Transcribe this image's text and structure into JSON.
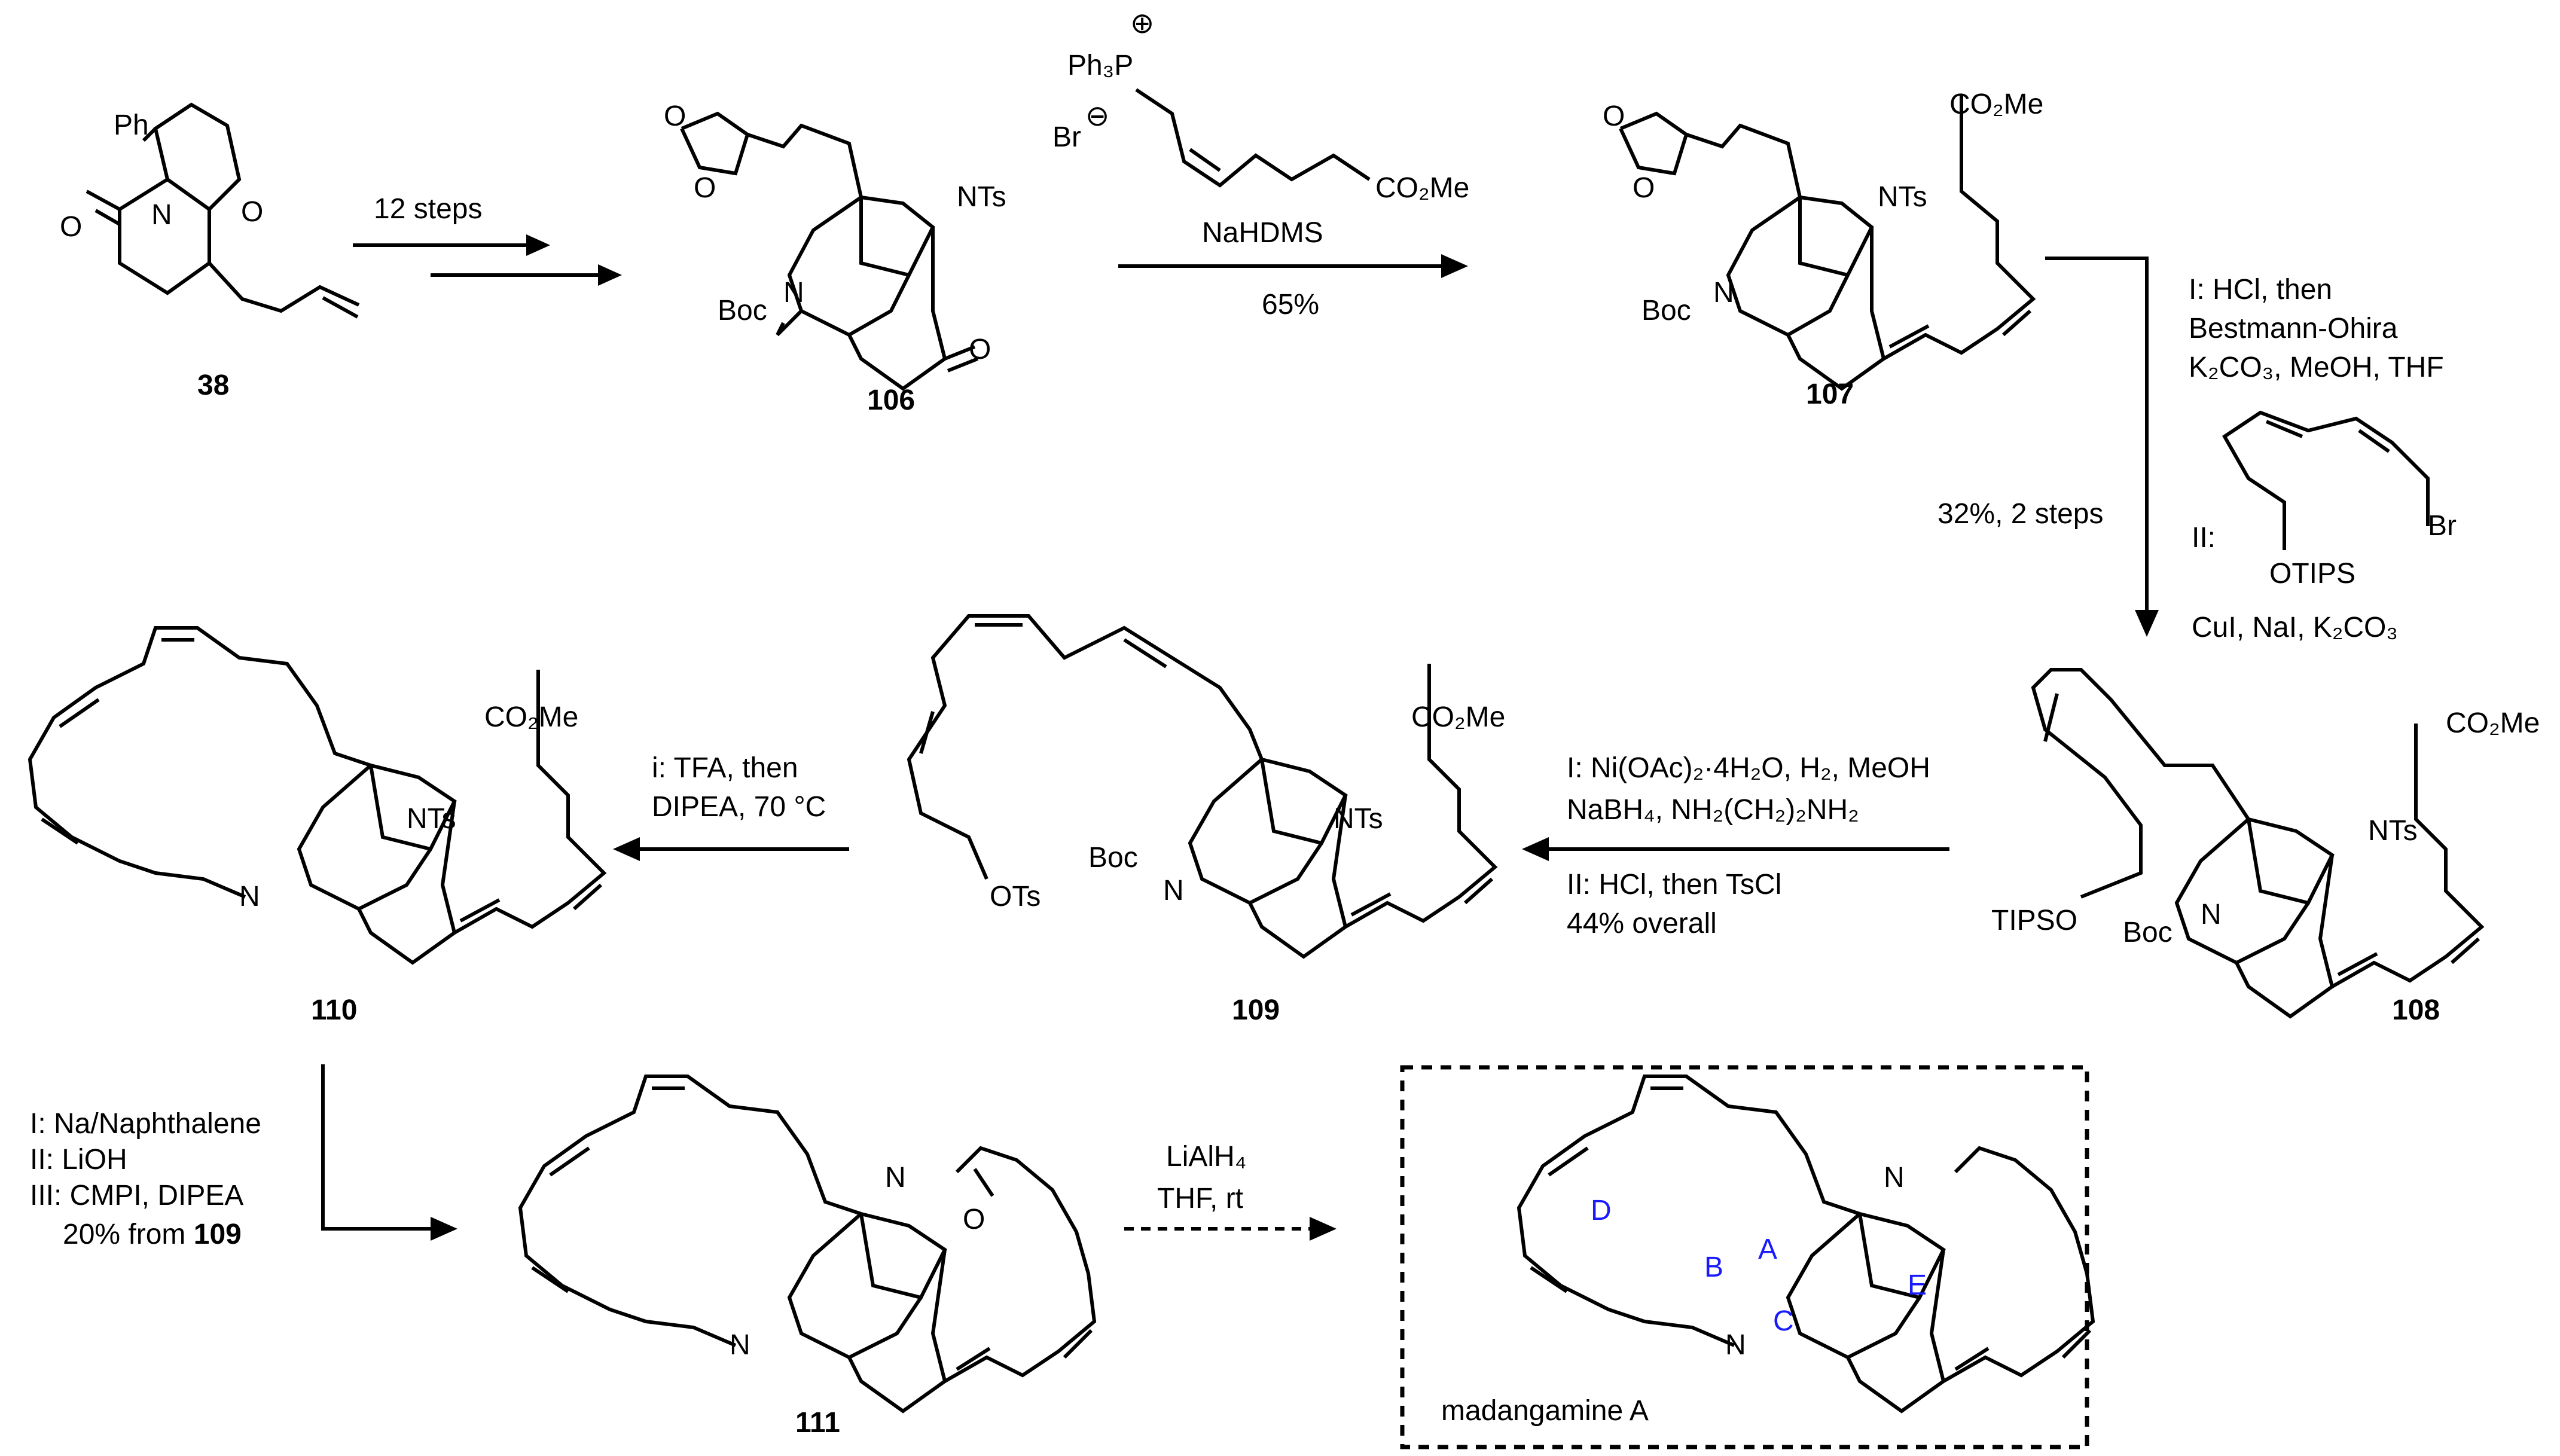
{
  "compounds": {
    "c38": "38",
    "c106": "106",
    "c107": "107",
    "c108": "108",
    "c109": "109",
    "c110": "110",
    "c111": "111",
    "target": "madangamine A"
  },
  "atom_labels": {
    "ph": "Ph",
    "n": "N",
    "o": "O",
    "nts": "NTs",
    "boc": "Boc",
    "co2me": "CO₂Me",
    "ph3p": "Ph₃P",
    "br": "Br",
    "plus": "⊕",
    "minus": "⊖",
    "otips": "OTIPS",
    "tipso": "TIPSO",
    "ots": "OTs"
  },
  "ring_labels": [
    "A",
    "B",
    "C",
    "D",
    "E"
  ],
  "steps": {
    "step1": "12 steps",
    "step2_reagent": "NaHDMS",
    "step2_yield": "65%",
    "step3_i": "I: HCl, then",
    "step3_i2": "Bestmann-Ohira",
    "step3_i3": "K₂CO₃, MeOH, THF",
    "step3_yield": "32%, 2 steps",
    "step3_ii": "II:",
    "step3_ii_cond": "CuI, NaI, K₂CO₃",
    "step4_i": "I: Ni(OAc)₂·4H₂O, H₂, MeOH",
    "step4_i2": "NaBH₄, NH₂(CH₂)₂NH₂",
    "step4_ii": "II: HCl, then TsCl",
    "step4_yield": "44% overall",
    "step5_i": "i: TFA, then",
    "step5_i2": "DIPEA, 70 °C",
    "step6_i": "I: Na/Naphthalene",
    "step6_ii": "II: LiOH",
    "step6_iii": "III: CMPI, DIPEA",
    "step6_yield": "20% from",
    "step6_ref": "109",
    "step7_reagent": "LiAlH₄",
    "step7_cond": "THF, rt"
  }
}
